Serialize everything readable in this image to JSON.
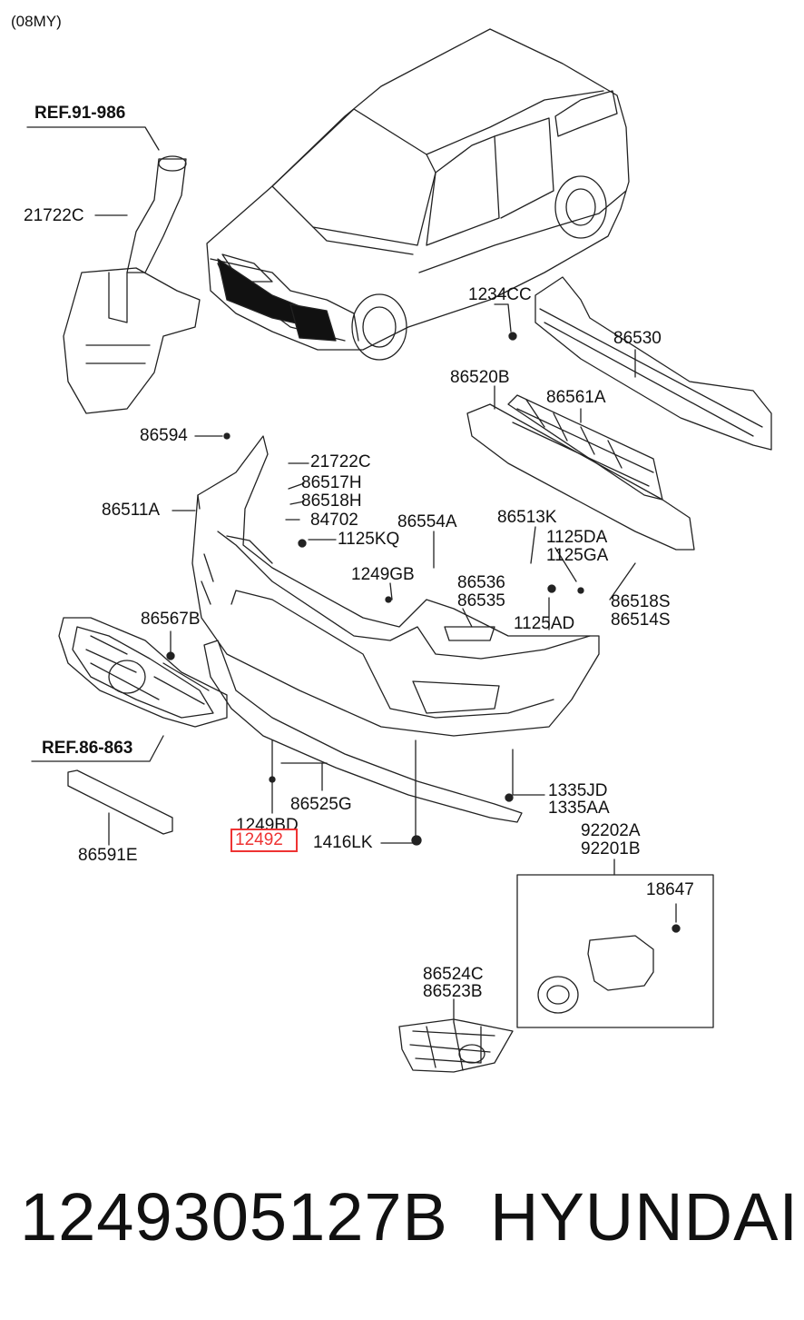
{
  "header": {
    "model_year": "(08MY)"
  },
  "labels": {
    "ref_washer": "REF.91-986",
    "p21722C_a": "21722C",
    "p1234CC": "1234CC",
    "p86530": "86530",
    "p86520B": "86520B",
    "p86561A": "86561A",
    "p86594": "86594",
    "p21722C_b": "21722C",
    "p86517H": "86517H",
    "p86518H": "86518H",
    "p84702": "84702",
    "p86511A": "86511A",
    "p1125KQ": "1125KQ",
    "p86554A": "86554A",
    "p86513K": "86513K",
    "p1125DA": "1125DA",
    "p1125GA": "1125GA",
    "p1249GB": "1249GB",
    "p86536": "86536",
    "p86535": "86535",
    "p86518S": "86518S",
    "p86514S": "86514S",
    "p86567B": "86567B",
    "p1125AD": "1125AD",
    "ref_grille": "REF.86-863",
    "p1335JD": "1335JD",
    "p1335AA": "1335AA",
    "p86525G": "86525G",
    "p1249BD": "1249BD",
    "p1416LK": "1416LK",
    "p92202A": "92202A",
    "p92201B": "92201B",
    "p86591E": "86591E",
    "p18647": "18647",
    "p86524C": "86524C",
    "p86523B": "86523B"
  },
  "highlight": {
    "part": "12492"
  },
  "footer": {
    "part_number": "1249305127B",
    "brand": "HYUNDAI"
  },
  "colors": {
    "line": "#222222",
    "highlight": "#e33333"
  }
}
